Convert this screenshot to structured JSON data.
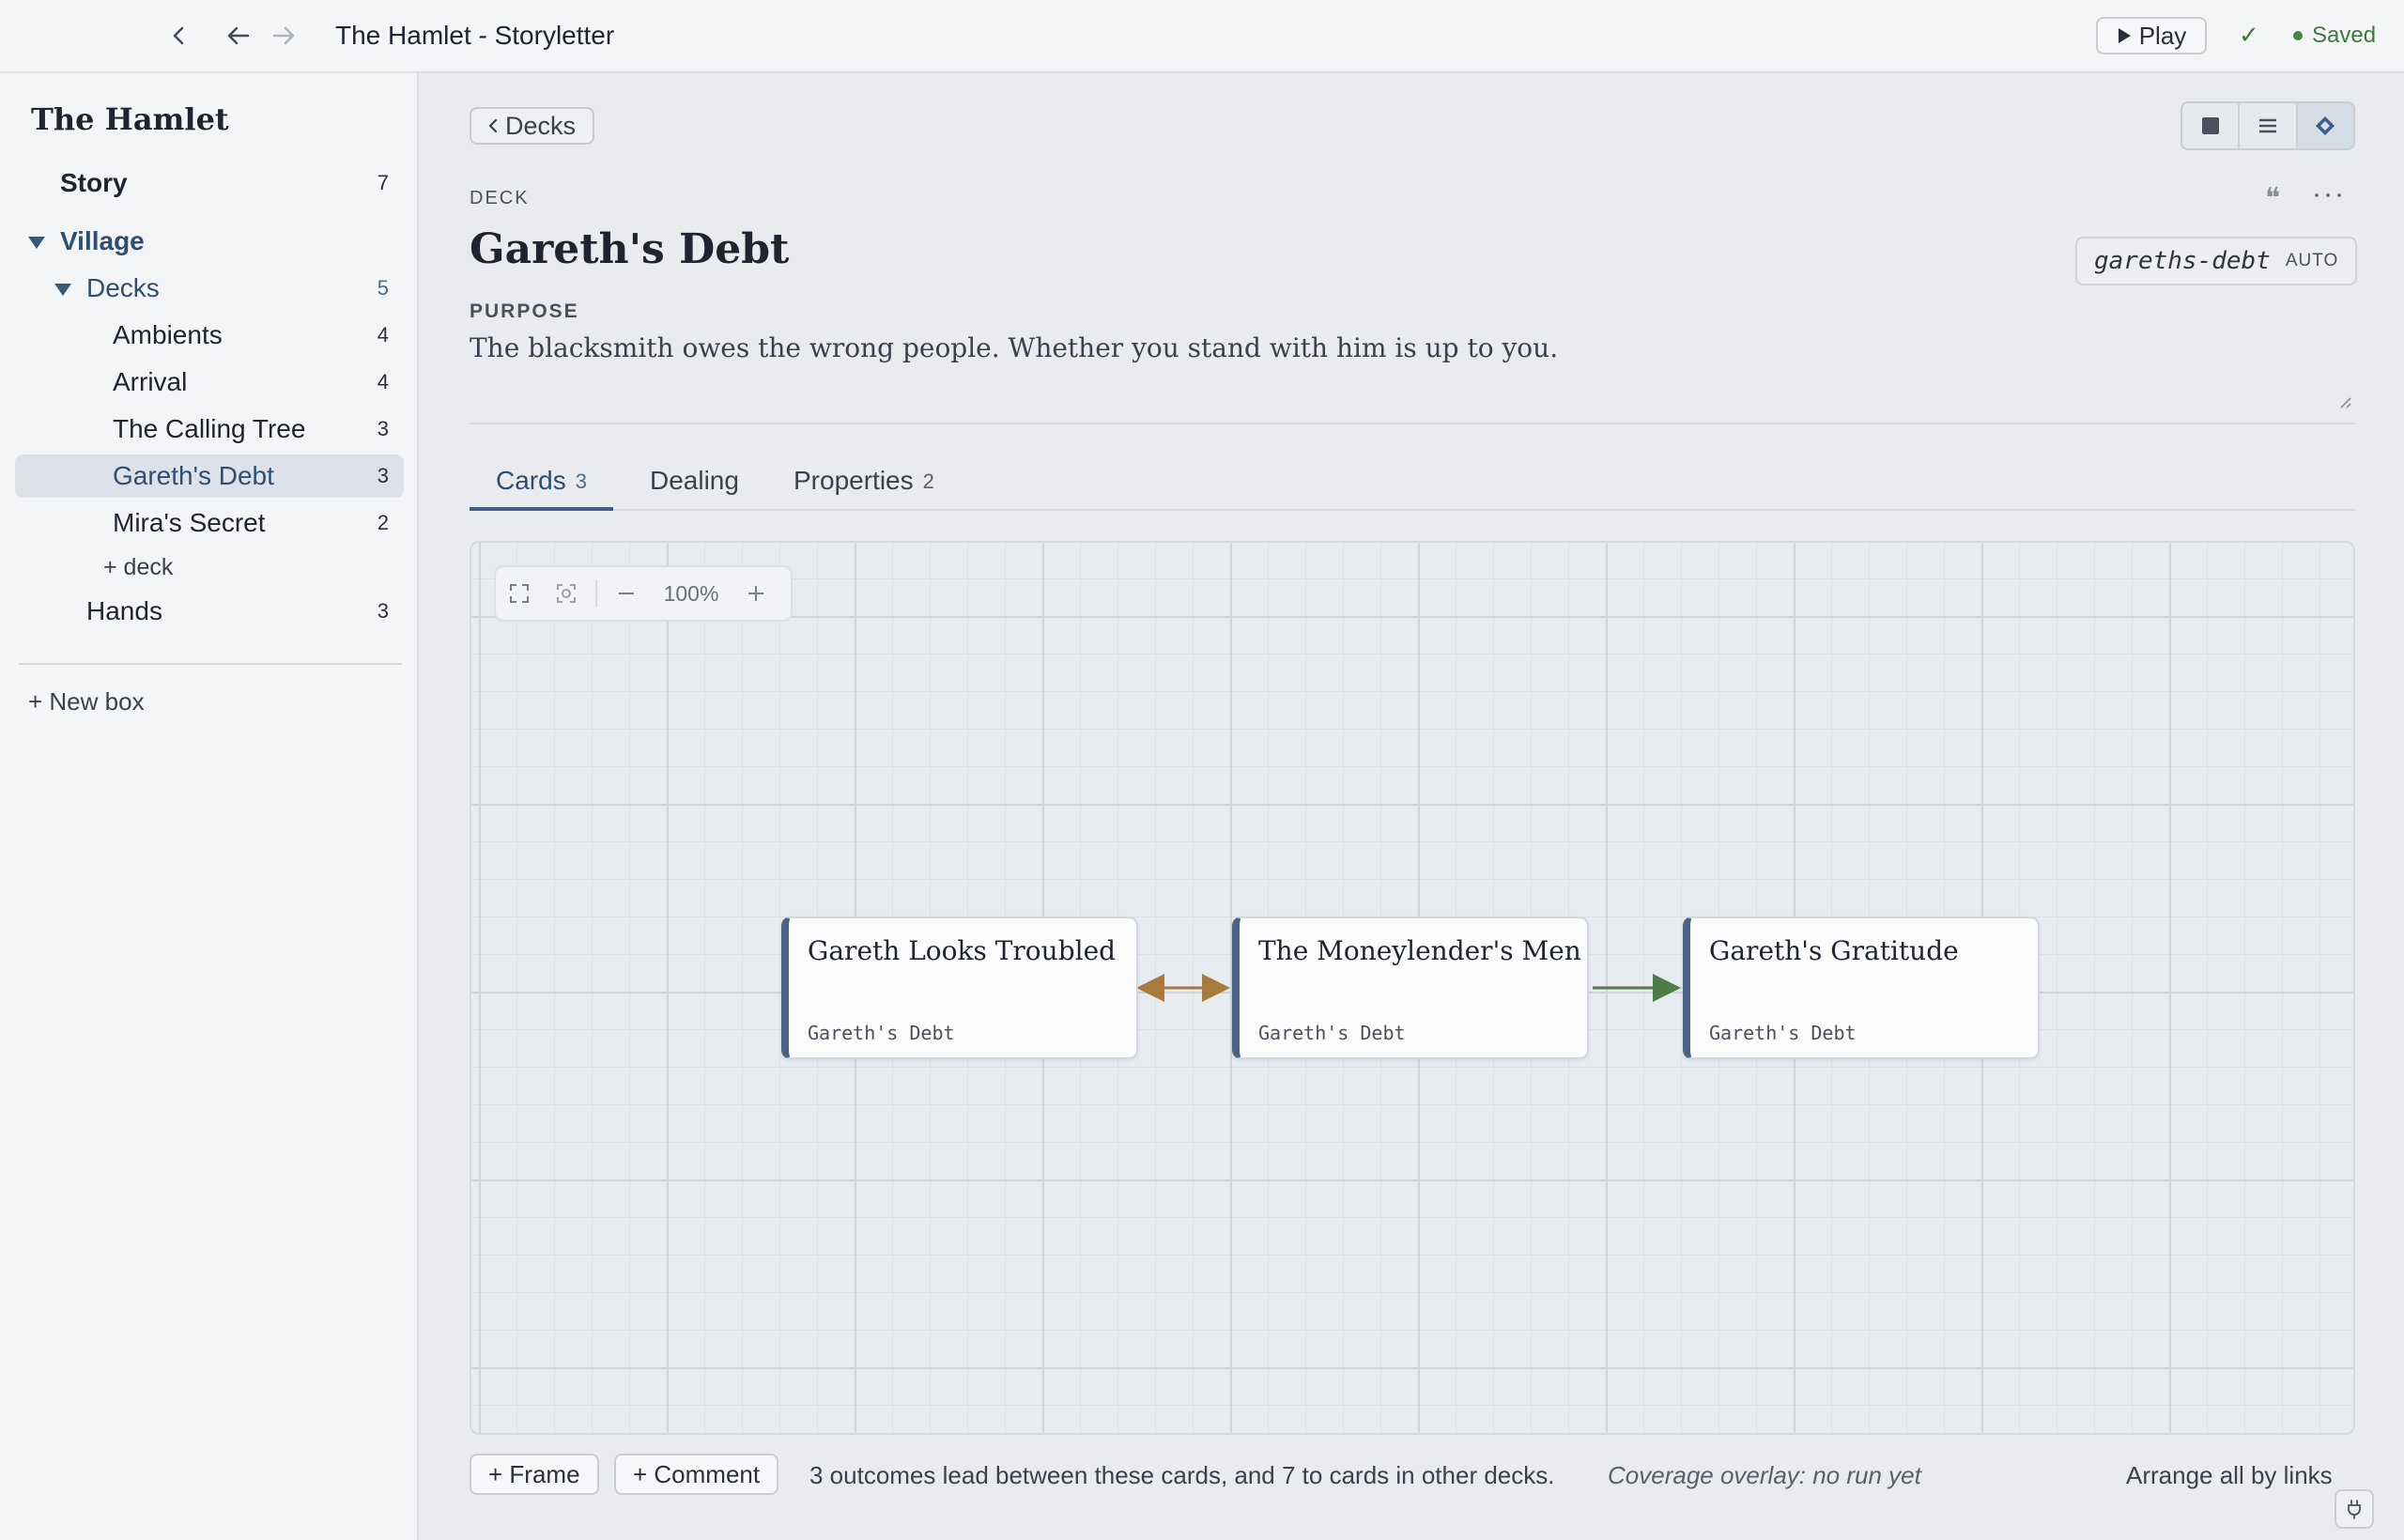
{
  "window": {
    "title": "The Hamlet - Storyletter",
    "play_label": "Play",
    "saved_label": "Saved",
    "check_glyph": "✓"
  },
  "sidebar": {
    "title": "The Hamlet",
    "story": {
      "label": "Story",
      "count": "7"
    },
    "village": {
      "label": "Village"
    },
    "decks": {
      "label": "Decks",
      "count": "5"
    },
    "deck_items": [
      {
        "label": "Ambients",
        "count": "4"
      },
      {
        "label": "Arrival",
        "count": "4"
      },
      {
        "label": "The Calling Tree",
        "count": "3"
      },
      {
        "label": "Gareth's Debt",
        "count": "3"
      },
      {
        "label": "Mira's Secret",
        "count": "2"
      }
    ],
    "add_deck_label": "+ deck",
    "hands": {
      "label": "Hands",
      "count": "3"
    },
    "new_box_label": "+ New box"
  },
  "main": {
    "back_label": "Decks",
    "section_label": "DECK",
    "title": "Gareth's Debt",
    "slug": "gareths-debt",
    "slug_mode": "AUTO",
    "purpose_label": "PURPOSE",
    "purpose_text": "The blacksmith owes the wrong people. Whether you stand with him is up to you.",
    "tabs": [
      {
        "label": "Cards",
        "count": "3"
      },
      {
        "label": "Dealing",
        "count": ""
      },
      {
        "label": "Properties",
        "count": "2"
      }
    ],
    "active_tab": "Cards"
  },
  "canvas": {
    "zoom": "100%",
    "cards": [
      {
        "title": "Gareth Looks Troubled",
        "deck": "Gareth's Debt"
      },
      {
        "title": "The Moneylender's Men",
        "deck": "Gareth's Debt"
      },
      {
        "title": "Gareth's Gratitude",
        "deck": "Gareth's Debt"
      }
    ],
    "links": [
      {
        "from": "Gareth Looks Troubled",
        "to": "The Moneylender's Men",
        "direction": "both",
        "color": "#a87a3c"
      },
      {
        "from": "The Moneylender's Men",
        "to": "Gareth's Gratitude",
        "direction": "forward",
        "color": "#4f7d4a"
      }
    ]
  },
  "footer": {
    "frame_label": "+ Frame",
    "comment_label": "+ Comment",
    "outcomes_note": "3 outcomes lead between these cards, and 7 to cards in other decks.",
    "coverage_note": "Coverage overlay: no run yet",
    "arrange_label": "Arrange all by links"
  },
  "colors": {
    "accent": "#3e5f87",
    "saved": "#3d7a3d",
    "link_both": "#a87a3c",
    "link_forward": "#4f7d4a"
  },
  "icons": {
    "sidebar_toggle": "chevron-left-icon",
    "back": "arrow-left-icon",
    "forward": "arrow-right-icon",
    "play": "play-icon",
    "view_single": "square-icon",
    "view_list": "list-icon",
    "view_graph": "diamond-icon",
    "quote": "quote-icon",
    "more": "ellipsis-icon",
    "fit": "fit-screen-icon",
    "focus": "focus-icon",
    "zoom_out": "minus-icon",
    "zoom_in": "plus-icon",
    "plug": "plug-icon"
  }
}
